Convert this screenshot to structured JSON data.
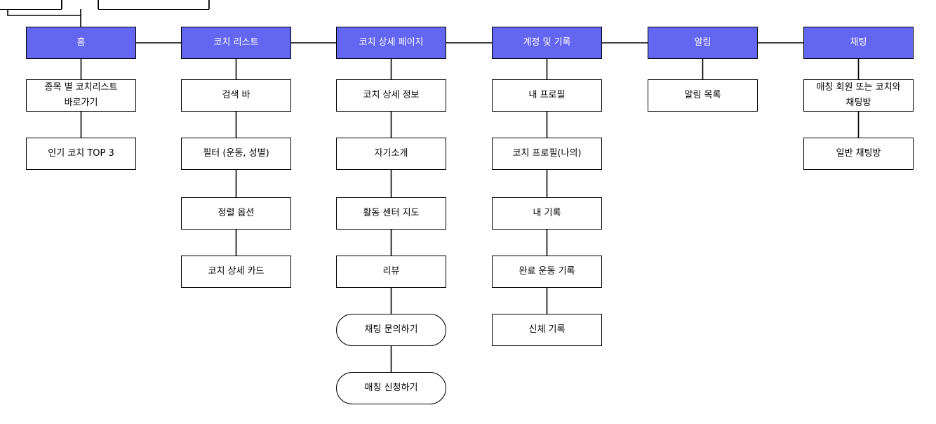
{
  "palette": {
    "header_fill": "#6366f1",
    "header_text": "#ffffff",
    "box_fill": "#ffffff",
    "line": "#000000"
  },
  "columns": [
    {
      "header": "홈",
      "items": [
        {
          "label": "종목 별 코치리스트\n바로가기",
          "shape": "rect"
        },
        {
          "label": "인기 코치 TOP 3",
          "shape": "rect"
        }
      ]
    },
    {
      "header": "코치 리스트",
      "items": [
        {
          "label": "검색 바",
          "shape": "rect"
        },
        {
          "label": "필터 (운동, 성별)",
          "shape": "rect"
        },
        {
          "label": "정렬 옵션",
          "shape": "rect"
        },
        {
          "label": "코치 상세 카드",
          "shape": "rect"
        }
      ]
    },
    {
      "header": "코치 상세 페이지",
      "items": [
        {
          "label": "코치 상세 정보",
          "shape": "rect"
        },
        {
          "label": "자기소개",
          "shape": "rect"
        },
        {
          "label": "활동 센터 지도",
          "shape": "rect"
        },
        {
          "label": "리뷰",
          "shape": "rect"
        },
        {
          "label": "채팅 문의하기",
          "shape": "pill"
        },
        {
          "label": "매칭 신청하기",
          "shape": "pill"
        }
      ]
    },
    {
      "header": "계정 및 기록",
      "items": [
        {
          "label": "내 프로필",
          "shape": "rect"
        },
        {
          "label": "코치 프로필(나의)",
          "shape": "rect"
        },
        {
          "label": "내 기록",
          "shape": "rect"
        },
        {
          "label": "완료 운동 기록",
          "shape": "rect"
        },
        {
          "label": "신체 기록",
          "shape": "rect"
        }
      ]
    },
    {
      "header": "알림",
      "items": [
        {
          "label": "알림 목록",
          "shape": "rect"
        }
      ]
    },
    {
      "header": "채팅",
      "items": [
        {
          "label": "매칭 회원 또는 코치와\n채팅방",
          "shape": "rect"
        },
        {
          "label": "일반 채팅방",
          "shape": "rect"
        }
      ]
    }
  ]
}
